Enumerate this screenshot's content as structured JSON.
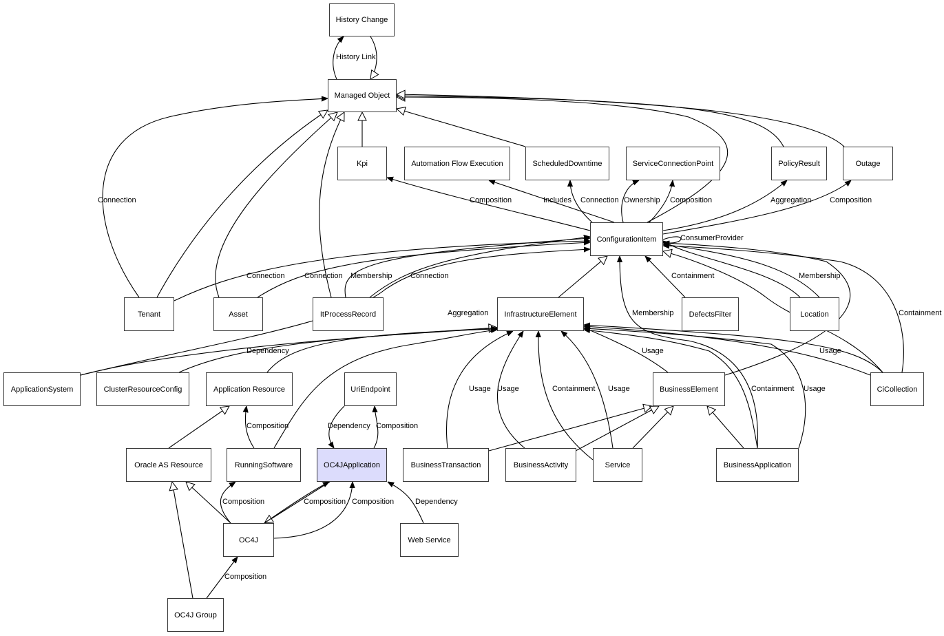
{
  "diagram": {
    "title": "OC4JApplication relationships",
    "highlight_color": "#dcdcfc",
    "nodes": [
      {
        "id": "history_change",
        "label": "History Change"
      },
      {
        "id": "managed_object",
        "label": "Managed Object"
      },
      {
        "id": "kpi",
        "label": "Kpi"
      },
      {
        "id": "automation_flow_execution",
        "label": "Automation Flow Execution"
      },
      {
        "id": "scheduled_downtime",
        "label": "ScheduledDowntime"
      },
      {
        "id": "service_connection_point",
        "label": "ServiceConnectionPoint"
      },
      {
        "id": "policy_result",
        "label": "PolicyResult"
      },
      {
        "id": "outage",
        "label": "Outage"
      },
      {
        "id": "configuration_item",
        "label": "ConfigurationItem"
      },
      {
        "id": "tenant",
        "label": "Tenant"
      },
      {
        "id": "asset",
        "label": "Asset"
      },
      {
        "id": "it_process_record",
        "label": "ItProcessRecord"
      },
      {
        "id": "infrastructure_element",
        "label": "InfrastructureElement"
      },
      {
        "id": "defects_filter",
        "label": "DefectsFilter"
      },
      {
        "id": "location",
        "label": "Location"
      },
      {
        "id": "application_system",
        "label": "ApplicationSystem"
      },
      {
        "id": "cluster_resource_config",
        "label": "ClusterResourceConfig"
      },
      {
        "id": "application_resource",
        "label": "Application Resource"
      },
      {
        "id": "uri_endpoint",
        "label": "UriEndpoint"
      },
      {
        "id": "business_element",
        "label": "BusinessElement"
      },
      {
        "id": "ci_collection",
        "label": "CiCollection"
      },
      {
        "id": "oracle_as_resource",
        "label": "Oracle AS Resource"
      },
      {
        "id": "running_software",
        "label": "RunningSoftware"
      },
      {
        "id": "oc4j_application",
        "label": "OC4JApplication",
        "highlighted": true
      },
      {
        "id": "business_transaction",
        "label": "BusinessTransaction"
      },
      {
        "id": "business_activity",
        "label": "BusinessActivity"
      },
      {
        "id": "service",
        "label": "Service"
      },
      {
        "id": "business_application",
        "label": "BusinessApplication"
      },
      {
        "id": "oc4j",
        "label": "OC4J"
      },
      {
        "id": "web_service",
        "label": "Web Service"
      },
      {
        "id": "oc4j_group",
        "label": "OC4J Group"
      }
    ],
    "edges": [
      {
        "from": "managed_object",
        "to": "history_change",
        "label": "History Link",
        "arrow": "filled"
      },
      {
        "from": "history_change",
        "to": "managed_object",
        "label": "",
        "arrow": "hollow"
      },
      {
        "from": "tenant",
        "to": "managed_object",
        "label": "Connection",
        "arrow": "filled"
      },
      {
        "from": "tenant",
        "to": "managed_object",
        "label": "",
        "arrow": "hollow"
      },
      {
        "from": "asset",
        "to": "managed_object",
        "label": "",
        "arrow": "hollow"
      },
      {
        "from": "it_process_record",
        "to": "managed_object",
        "label": "",
        "arrow": "hollow"
      },
      {
        "from": "kpi",
        "to": "managed_object",
        "label": "",
        "arrow": "hollow"
      },
      {
        "from": "scheduled_downtime",
        "to": "managed_object",
        "label": "",
        "arrow": "hollow"
      },
      {
        "from": "configuration_item",
        "to": "managed_object",
        "label": "",
        "arrow": "hollow"
      },
      {
        "from": "policy_result",
        "to": "managed_object",
        "label": "",
        "arrow": "hollow"
      },
      {
        "from": "outage",
        "to": "managed_object",
        "label": "",
        "arrow": "hollow"
      },
      {
        "from": "configuration_item",
        "to": "kpi",
        "label": "Composition",
        "arrow": "filled"
      },
      {
        "from": "configuration_item",
        "to": "automation_flow_execution",
        "label": "Includes",
        "arrow": "filled"
      },
      {
        "from": "configuration_item",
        "to": "scheduled_downtime",
        "label": "Connection",
        "arrow": "filled"
      },
      {
        "from": "configuration_item",
        "to": "service_connection_point",
        "label": "Ownership",
        "arrow": "filled"
      },
      {
        "from": "configuration_item",
        "to": "service_connection_point",
        "label": "Composition",
        "arrow": "filled"
      },
      {
        "from": "configuration_item",
        "to": "policy_result",
        "label": "Aggregation",
        "arrow": "filled"
      },
      {
        "from": "configuration_item",
        "to": "outage",
        "label": "Composition",
        "arrow": "filled"
      },
      {
        "from": "configuration_item",
        "to": "configuration_item",
        "label": "ConsumerProvider",
        "arrow": "filled"
      },
      {
        "from": "tenant",
        "to": "configuration_item",
        "label": "Connection",
        "arrow": "filled"
      },
      {
        "from": "asset",
        "to": "configuration_item",
        "label": "Connection",
        "arrow": "filled"
      },
      {
        "from": "it_process_record",
        "to": "configuration_item",
        "label": "Membership",
        "arrow": "filled"
      },
      {
        "from": "it_process_record",
        "to": "configuration_item",
        "label": "Connection",
        "arrow": "filled"
      },
      {
        "from": "application_system",
        "to": "configuration_item",
        "label": "Aggregation",
        "arrow": "filled"
      },
      {
        "from": "infrastructure_element",
        "to": "configuration_item",
        "label": "",
        "arrow": "hollow"
      },
      {
        "from": "defects_filter",
        "to": "configuration_item",
        "label": "Containment",
        "arrow": "filled"
      },
      {
        "from": "location",
        "to": "configuration_item",
        "label": "Membership",
        "arrow": "filled"
      },
      {
        "from": "location",
        "to": "configuration_item",
        "label": "",
        "arrow": "filled"
      },
      {
        "from": "business_element",
        "to": "configuration_item",
        "label": "",
        "arrow": "filled"
      },
      {
        "from": "ci_collection",
        "to": "configuration_item",
        "label": "Containment",
        "arrow": "filled"
      },
      {
        "from": "ci_collection",
        "to": "configuration_item",
        "label": "",
        "arrow": "hollow"
      },
      {
        "from": "business_application",
        "to": "configuration_item",
        "label": "Membership",
        "arrow": "filled"
      },
      {
        "from": "application_system",
        "to": "infrastructure_element",
        "label": "",
        "arrow": "hollow"
      },
      {
        "from": "cluster_resource_config",
        "to": "infrastructure_element",
        "label": "Dependency",
        "arrow": "filled"
      },
      {
        "from": "application_resource",
        "to": "infrastructure_element",
        "label": "",
        "arrow": "filled"
      },
      {
        "from": "running_software",
        "to": "infrastructure_element",
        "label": "",
        "arrow": "filled"
      },
      {
        "from": "business_transaction",
        "to": "infrastructure_element",
        "label": "Usage",
        "arrow": "filled"
      },
      {
        "from": "business_activity",
        "to": "infrastructure_element",
        "label": "Usage",
        "arrow": "filled"
      },
      {
        "from": "service",
        "to": "infrastructure_element",
        "label": "Containment",
        "arrow": "filled"
      },
      {
        "from": "service",
        "to": "infrastructure_element",
        "label": "Usage",
        "arrow": "filled"
      },
      {
        "from": "business_element",
        "to": "infrastructure_element",
        "label": "Usage",
        "arrow": "filled"
      },
      {
        "from": "business_application",
        "to": "infrastructure_element",
        "label": "Containment",
        "arrow": "filled"
      },
      {
        "from": "business_application",
        "to": "infrastructure_element",
        "label": "Usage",
        "arrow": "filled"
      },
      {
        "from": "ci_collection",
        "to": "infrastructure_element",
        "label": "Usage",
        "arrow": "filled"
      },
      {
        "from": "ci_collection",
        "to": "infrastructure_element",
        "label": "",
        "arrow": "filled"
      },
      {
        "from": "oracle_as_resource",
        "to": "application_resource",
        "label": "",
        "arrow": "hollow"
      },
      {
        "from": "running_software",
        "to": "application_resource",
        "label": "Composition",
        "arrow": "filled"
      },
      {
        "from": "oc4j_application",
        "to": "uri_endpoint",
        "label": "Composition",
        "arrow": "filled"
      },
      {
        "from": "uri_endpoint",
        "to": "oc4j_application",
        "label": "Dependency",
        "arrow": "filled"
      },
      {
        "from": "business_transaction",
        "to": "business_element",
        "label": "",
        "arrow": "hollow"
      },
      {
        "from": "business_activity",
        "to": "business_element",
        "label": "",
        "arrow": "hollow"
      },
      {
        "from": "service",
        "to": "business_element",
        "label": "",
        "arrow": "hollow"
      },
      {
        "from": "business_application",
        "to": "business_element",
        "label": "",
        "arrow": "hollow"
      },
      {
        "from": "oc4j",
        "to": "oracle_as_resource",
        "label": "",
        "arrow": "hollow"
      },
      {
        "from": "oc4j_group",
        "to": "oracle_as_resource",
        "label": "",
        "arrow": "hollow"
      },
      {
        "from": "oc4j",
        "to": "running_software",
        "label": "Composition",
        "arrow": "filled"
      },
      {
        "from": "oc4j_application",
        "to": "oc4j",
        "label": "",
        "arrow": "hollow"
      },
      {
        "from": "oc4j",
        "to": "oc4j_application",
        "label": "Composition",
        "arrow": "filled"
      },
      {
        "from": "oc4j",
        "to": "oc4j_application",
        "label": "Composition",
        "arrow": "filled"
      },
      {
        "from": "web_service",
        "to": "oc4j_application",
        "label": "Dependency",
        "arrow": "filled"
      },
      {
        "from": "oc4j_group",
        "to": "oc4j",
        "label": "Composition",
        "arrow": "filled"
      }
    ]
  }
}
